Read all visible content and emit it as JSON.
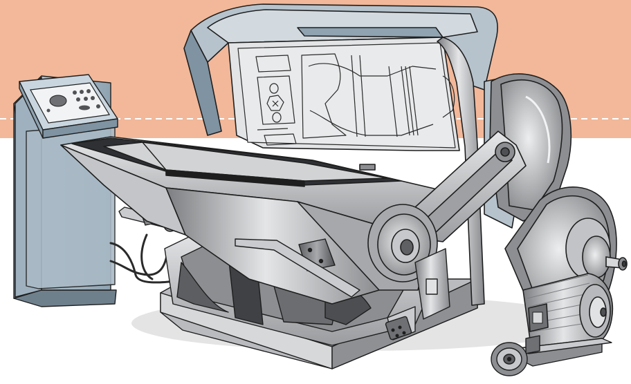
{
  "scene": {
    "subject": "die-cutting-press-machine-illustration",
    "colors": {
      "background_top": "#F2B899",
      "background_bottom": "#FFFFFF",
      "dashed_line": "#FFFFFF",
      "metal_light": "#D9DADC",
      "metal_mid": "#A9ABAE",
      "metal_dark": "#6E7073",
      "outline": "#1E1E1E",
      "panel_blue": "#AFC0CC",
      "panel_blue_dark": "#7F93A2"
    },
    "parts": [
      "control-console",
      "control-panel",
      "feed-tray",
      "platen-lid",
      "die-board",
      "flywheel",
      "drive-belt",
      "electric-motor",
      "pulley",
      "base-frame"
    ]
  }
}
